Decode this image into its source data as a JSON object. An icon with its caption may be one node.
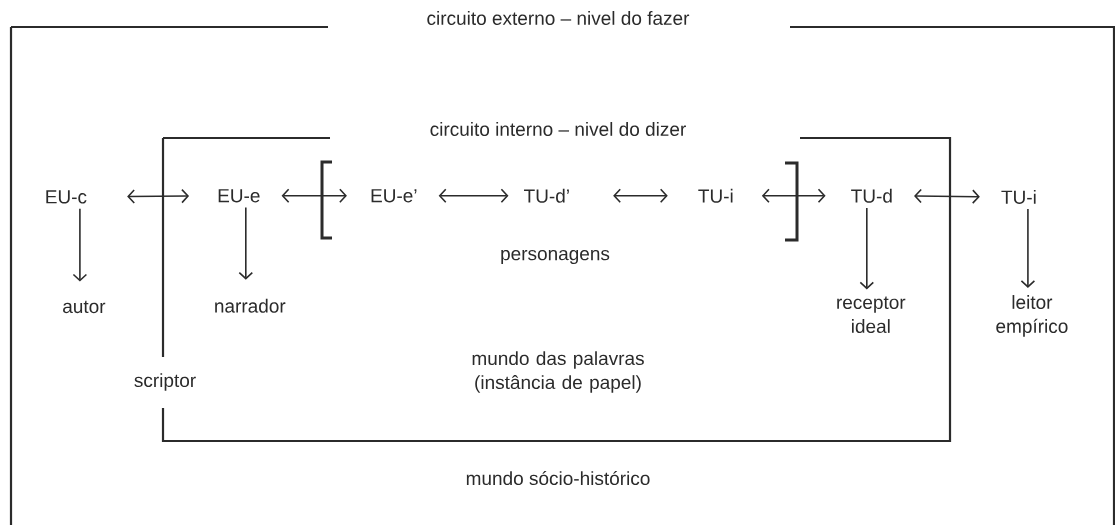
{
  "diagram": {
    "nodes": [
      {
        "text": [
          "circuito externo – nivel do fazer",
          "mundo sócio-histórico"
        ]
      },
      {
        "text": [
          "circuito interno – nivel do dizer",
          "scriptor",
          "mundo das palavras (instância de papel)"
        ],
        "in": 0
      },
      {
        "text": [
          "EU-c"
        ],
        "in": 0
      },
      {
        "text": [
          "autor"
        ],
        "in": 0
      },
      {
        "text": [
          "EU-e"
        ],
        "in": 1
      },
      {
        "text": [
          "narrador"
        ],
        "in": 1
      },
      {
        "text": [
          "EU-e’"
        ],
        "in": 1
      },
      {
        "text": [
          "TU-d’"
        ],
        "in": 1
      },
      {
        "text": [
          "TU-i"
        ],
        "in": 1
      },
      {
        "text": [
          "TU-d"
        ],
        "in": 1
      },
      {
        "text": [
          "receptor ideal"
        ],
        "in": 1
      },
      {
        "text": [
          "TU-i"
        ],
        "in": 0
      },
      {
        "text": [
          "leitor empírico"
        ],
        "in": 0
      }
    ],
    "edges": [
      {
        "from": 2,
        "to": 4,
        "arrow": "both"
      },
      {
        "from": 4,
        "to": 6,
        "arrow": "both"
      },
      {
        "from": 6,
        "to": 7,
        "arrow": "both"
      },
      {
        "from": 7,
        "to": 8,
        "arrow": "both"
      },
      {
        "from": 8,
        "to": 9,
        "arrow": "both"
      },
      {
        "from": 9,
        "to": 11,
        "arrow": "both"
      },
      {
        "from": 2,
        "to": 3,
        "arrow": "to"
      },
      {
        "from": 4,
        "to": 5,
        "arrow": "to"
      },
      {
        "from": 9,
        "to": 10,
        "arrow": "to"
      },
      {
        "from": 11,
        "to": 12,
        "arrow": "to"
      }
    ],
    "labels": [
      "personagens"
    ]
  }
}
